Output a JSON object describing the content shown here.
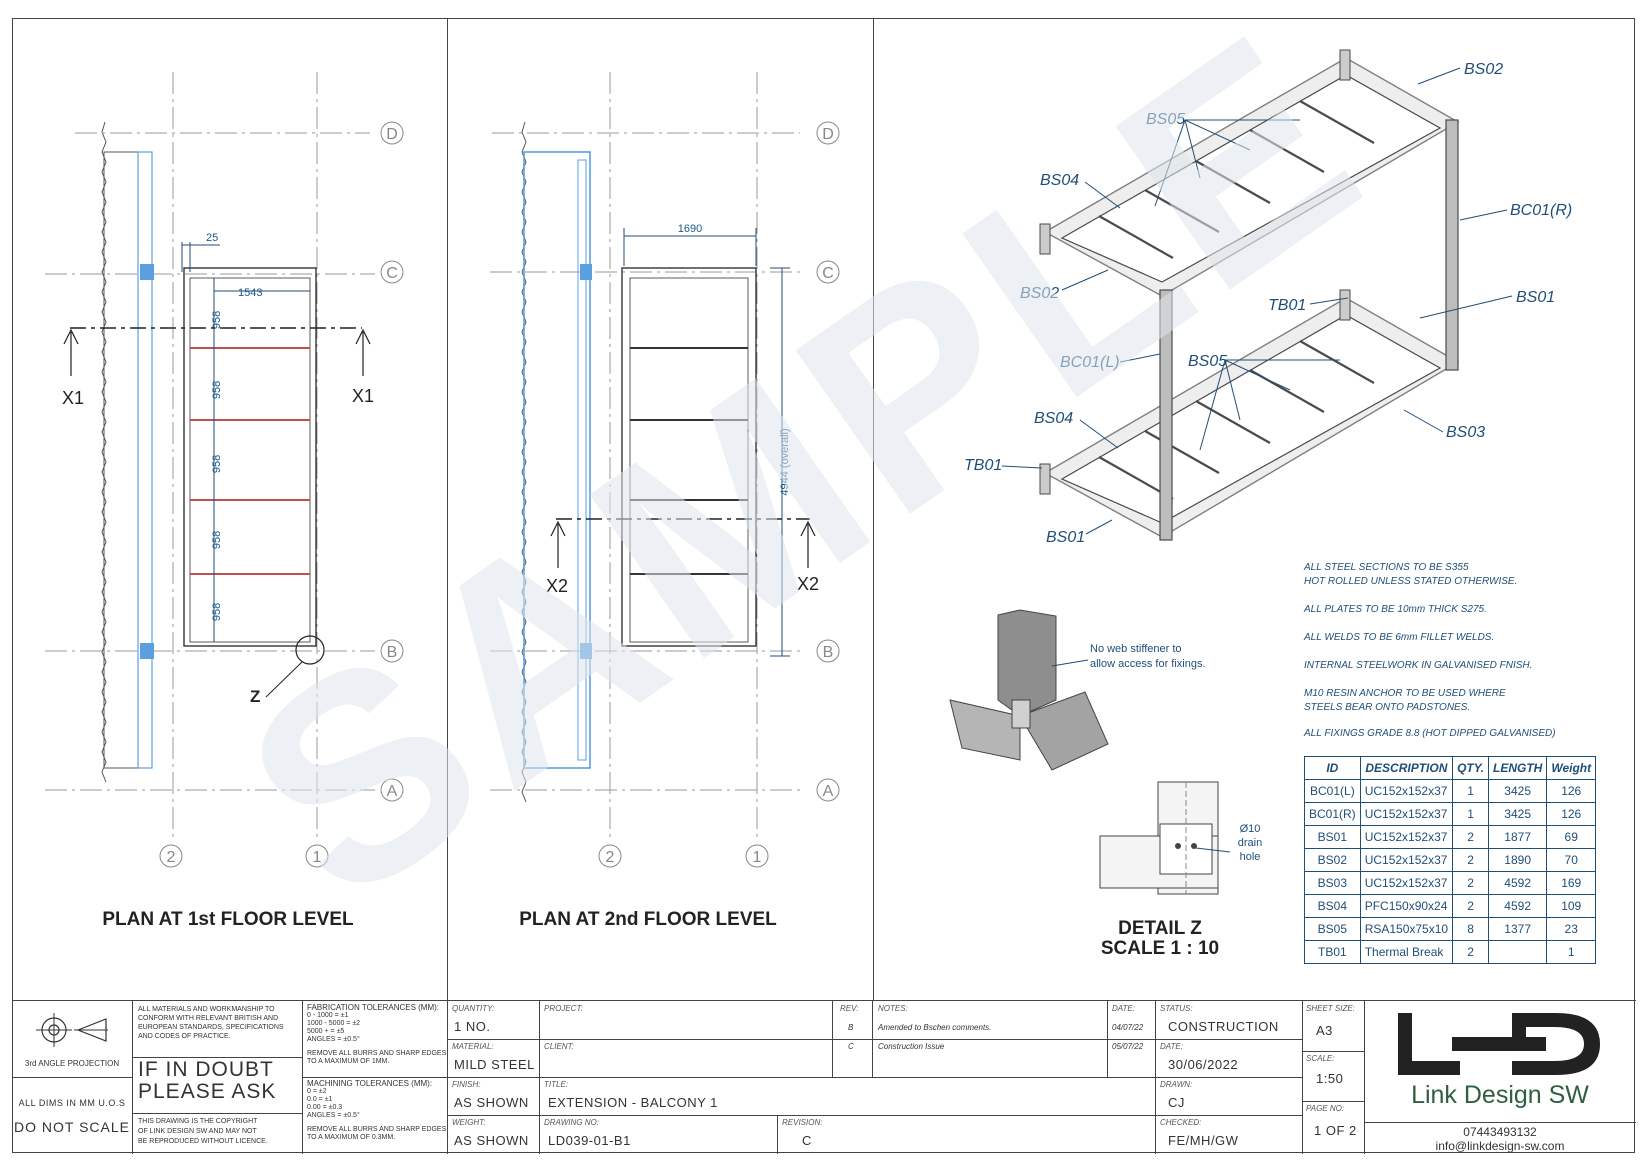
{
  "watermark": "SAMPLE",
  "plan1": {
    "title": "PLAN AT 1st FLOOR LEVEL",
    "dim_25": "25",
    "dim_1543": "1543",
    "dims_958": [
      "958",
      "958",
      "958",
      "958",
      "958"
    ],
    "section_left": "X1",
    "section_right": "X1",
    "detail_marker": "Z"
  },
  "plan2": {
    "title": "PLAN AT 2nd FLOOR LEVEL",
    "dim_1690": "1690",
    "dim_overall": "4944 (overall)",
    "section_left": "X2",
    "section_right": "X2"
  },
  "grid_labels": {
    "D": "D",
    "C": "C",
    "B": "B",
    "A": "A",
    "two": "2",
    "one": "1"
  },
  "iso_callouts": {
    "bs02_top": "BS02",
    "bs05_top": "BS05",
    "bs04_top": "BS04",
    "bc01_r": "BC01(R)",
    "bs02_left": "BS02",
    "tb01_mid": "TB01",
    "bs01_right": "BS01",
    "bc01_l": "BC01(L)",
    "bs05_bottom": "BS05",
    "bs04_bottom": "BS04",
    "bs03": "BS03",
    "tb01_left": "TB01",
    "bs01_bottom": "BS01"
  },
  "detail_3d_note": [
    "No web stiffener to",
    "allow access for fixings."
  ],
  "detail_z": {
    "title": "DETAIL Z",
    "scale": "SCALE 1 : 10",
    "hole_note": [
      "Ø10",
      "drain",
      "hole"
    ]
  },
  "general_notes": [
    [
      "ALL STEEL SECTIONS TO BE S355",
      "HOT ROLLED UNLESS STATED OTHERWISE."
    ],
    [
      "ALL PLATES TO BE 10mm THICK S275."
    ],
    [
      "ALL WELDS TO BE 6mm FILLET WELDS."
    ],
    [
      "INTERNAL STEELWORK IN GALVANISED FNISH."
    ],
    [
      "M10 RESIN ANCHOR TO BE USED WHERE",
      "STEELS BEAR ONTO PADSTONES."
    ],
    [
      "ALL FIXINGS GRADE 8.8 (HOT DIPPED GALVANISED)"
    ]
  ],
  "parts_table": {
    "headers": [
      "ID",
      "DESCRIPTION",
      "QTY.",
      "LENGTH",
      "Weight"
    ],
    "rows": [
      [
        "BC01(L)",
        "UC152x152x37",
        "1",
        "3425",
        "126"
      ],
      [
        "BC01(R)",
        "UC152x152x37",
        "1",
        "3425",
        "126"
      ],
      [
        "BS01",
        "UC152x152x37",
        "2",
        "1877",
        "69"
      ],
      [
        "BS02",
        "UC152x152x37",
        "2",
        "1890",
        "70"
      ],
      [
        "BS03",
        "UC152x152x37",
        "2",
        "4592",
        "169"
      ],
      [
        "BS04",
        "PFC150x90x24",
        "2",
        "4592",
        "109"
      ],
      [
        "BS05",
        "RSA150x75x10",
        "8",
        "1377",
        "23"
      ],
      [
        "TB01",
        "Thermal Break",
        "2",
        "",
        "1"
      ]
    ]
  },
  "title_block": {
    "projection": "3rd ANGLE PROJECTION",
    "all_dims": "ALL DIMS IN MM U.O.S",
    "do_not_scale": "DO NOT SCALE",
    "materials_note": [
      "ALL MATERIALS AND WORKMANSHIP TO",
      "CONFORM WITH RELEVANT BRITISH AND",
      "EUROPEAN STANDARDS, SPECIFICATIONS",
      "AND CODES OF PRACTICE."
    ],
    "if_in_doubt": [
      "IF IN DOUBT",
      "PLEASE ASK"
    ],
    "copyright": [
      "THIS DRAWING IS THE COPYRIGHT",
      "OF LINK DESIGN SW AND MAY NOT",
      "BE REPRODUCED WITHOUT LICENCE."
    ],
    "fab_tol_title": "FABRICATION TOLERANCES (MM):",
    "fab_tol": [
      "0 - 1000        = ±1",
      "1000 - 5000    = ±2",
      "5000 +           = ±5",
      "ANGLES          = ±0.5°"
    ],
    "remove_burrs_1": [
      "REMOVE ALL BURRS AND SHARP EDGES",
      "TO A MAXIMUM OF 1MM."
    ],
    "mach_tol_title": "MACHINING TOLERANCES (MM):",
    "mach_tol": [
      "0           = ±2",
      "0.0         = ±1",
      "0.00       = ±0.3",
      "ANGLES   = ±0.5°"
    ],
    "remove_burrs_2": [
      "REMOVE ALL BURRS AND SHARP EDGES",
      "TO A MAXIMUM OF 0.3MM."
    ],
    "quantity_lbl": "QUANTITY:",
    "quantity": "1 NO.",
    "material_lbl": "MATERIAL:",
    "material": "MILD STEEL",
    "finish_lbl": "FINISH:",
    "finish": "AS SHOWN",
    "weight_lbl": "WEIGHT:",
    "weight": "AS SHOWN",
    "project_lbl": "PROJECT:",
    "client_lbl": "CLIENT:",
    "title_lbl": "TITLE:",
    "title": "EXTENSION  - BALCONY 1",
    "drawing_no_lbl": "DRAWING NO:",
    "drawing_no": "LD039-01-B1",
    "revision_lbl": "REVISION:",
    "revision": "C",
    "rev_lbl": "REV:",
    "notes_lbl": "NOTES:",
    "date_lbl": "DATE:",
    "revisions": [
      {
        "rev": "B",
        "note": "Amended to Bschen comments.",
        "date": "04/07/22"
      },
      {
        "rev": "C",
        "note": "Construction Issue",
        "date": "05/07/22"
      }
    ],
    "status_lbl": "STATUS:",
    "status": "CONSTRUCTION",
    "date2_lbl": "DATE:",
    "date": "30/06/2022",
    "drawn_lbl": "DRAWN:",
    "drawn": "CJ",
    "checked_lbl": "CHECKED:",
    "checked": "FE/MH/GW",
    "sheet_size_lbl": "SHEET SIZE:",
    "sheet_size": "A3",
    "scale_lbl": "SCALE:",
    "scale": "1:50",
    "page_lbl": "PAGE NO:",
    "page": "1 OF 2",
    "company": "Link Design SW",
    "phone": "07443493132",
    "email": "info@linkdesign-sw.com"
  },
  "colors": {
    "callout": "#1f4e79",
    "stair_blue": "#5aa0e0",
    "beam_red": "#c0504d"
  }
}
